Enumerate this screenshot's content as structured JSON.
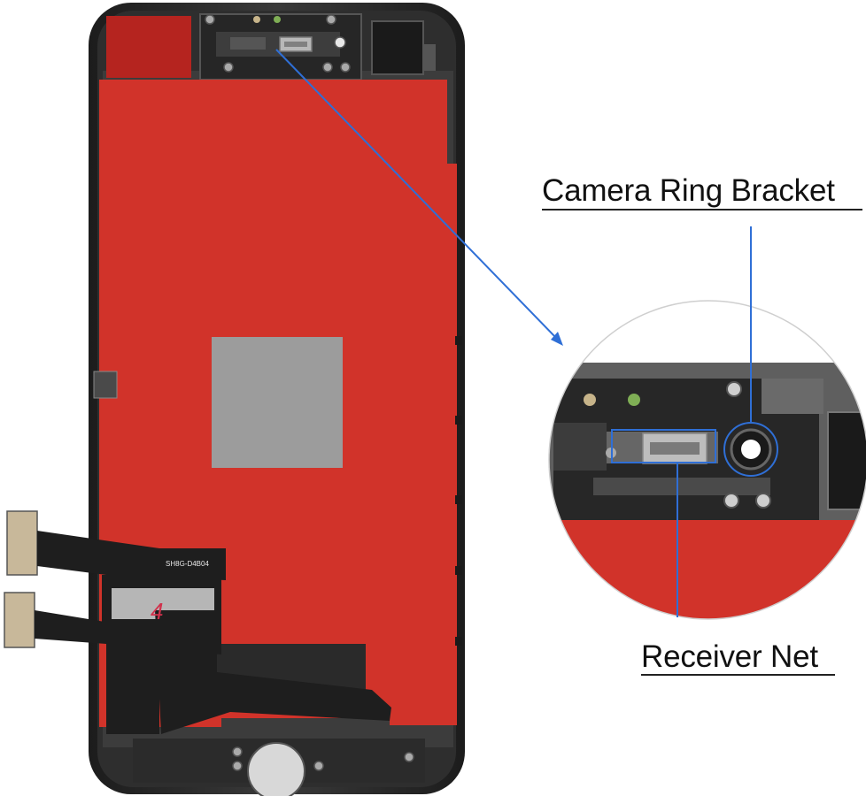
{
  "image": {
    "subject": "phone-lcd-screen-assembly-back",
    "colors": {
      "background": "#ffffff",
      "frame": "#2b2b2b",
      "lcd_backing": "#d1332a",
      "center_patch": "#9c9c9c",
      "flex_cable": "#1e1e1e",
      "pointer_line": "#2f6fd6"
    }
  },
  "flex_cable": {
    "print_code": "SH8G-D4B04",
    "handwritten_mark": "4"
  },
  "callouts": {
    "camera_ring_bracket": "Camera Ring Bracket",
    "receiver_net": "Receiver Net"
  }
}
